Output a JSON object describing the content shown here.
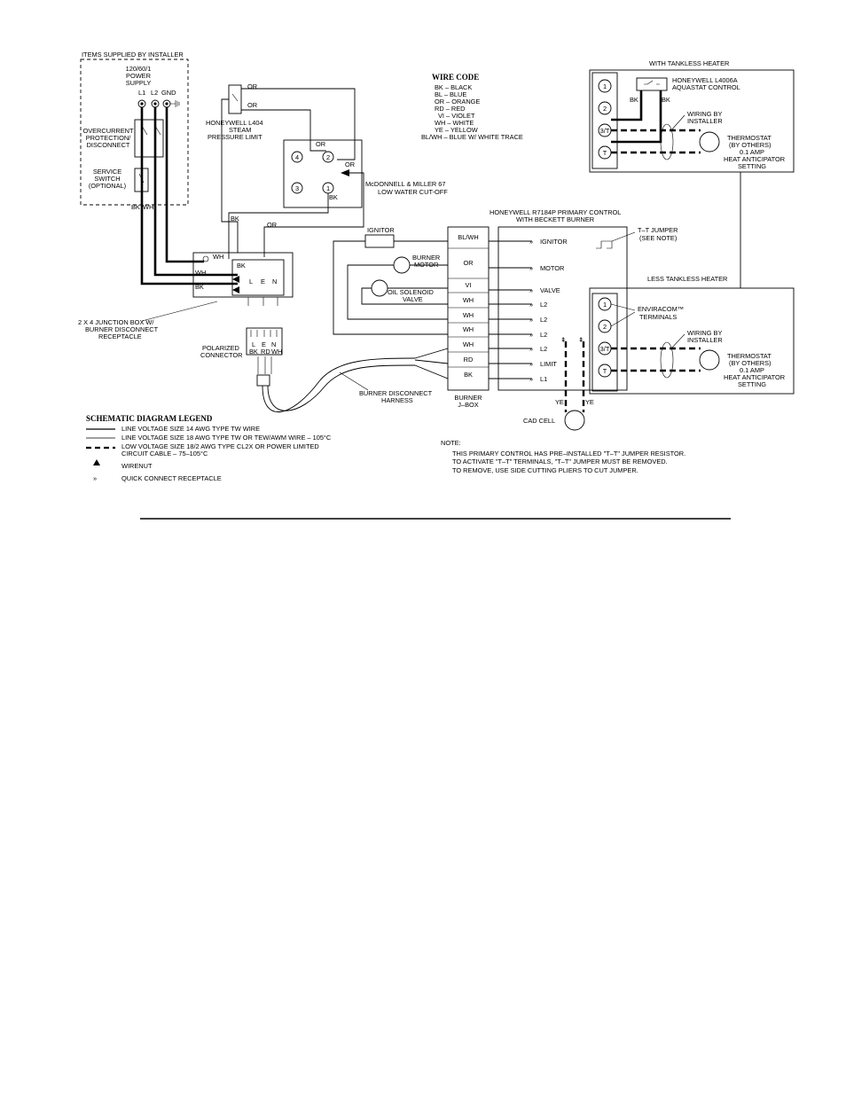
{
  "installer": {
    "title": "ITEMS SUPPLIED BY INSTALLER",
    "power_supply": [
      "120/60/1",
      "POWER",
      "SUPPLY"
    ],
    "terminals": [
      "L1",
      "L2",
      "GND"
    ],
    "overcurrent": [
      "OVERCURRENT",
      "PROTECTION/",
      "DISCONNECT"
    ],
    "service_switch": [
      "SERVICE",
      "SWITCH",
      "(OPTIONAL)"
    ],
    "wire_labels": [
      "BK",
      "WH"
    ]
  },
  "steam_limit": [
    "HONEYWELL L404",
    "STEAM",
    "PRESSURE LIMIT"
  ],
  "lwco": {
    "label": [
      "McDONNELL & MILLER 67",
      "LOW WATER CUT-OFF"
    ],
    "terminals": [
      "4",
      "2",
      "3",
      "1"
    ]
  },
  "wire_code": {
    "title": "WIRE CODE",
    "entries": [
      "BK – BLACK",
      "BL – BLUE",
      "OR – ORANGE",
      "RD – RED",
      "VI – VIOLET",
      "WH – WHITE",
      "YE – YELLOW",
      "BL/WH – BLUE W/ WHITE TRACE"
    ]
  },
  "tankless": {
    "title": "WITH TANKLESS HEATER",
    "aquastat": [
      "HONEYWELL L4006A",
      "AQUASTAT CONTROL"
    ],
    "terminals": [
      "1",
      "2",
      "3/T",
      "T"
    ],
    "wiring": [
      "WIRING BY",
      "INSTALLER"
    ],
    "thermostat": [
      "THERMOSTAT",
      "(BY OTHERS)",
      "0.1 AMP",
      "HEAT ANTICIPATOR",
      "SETTING"
    ]
  },
  "primary_control": {
    "title": [
      "HONEYWELL R7184P PRIMARY CONTROL",
      "WITH BECKETT BURNER"
    ],
    "terminals": [
      "IGNITOR",
      "MOTOR",
      "VALVE",
      "L2",
      "L2",
      "L2",
      "L2",
      "LIMIT",
      "L1"
    ],
    "tt_jumper": [
      "T–T JUMPER",
      "(SEE NOTE)"
    ]
  },
  "jbox": {
    "wires": [
      "BL/WH",
      "OR",
      "VI",
      "WH",
      "WH",
      "WH",
      "WH",
      "RD",
      "BK"
    ],
    "label": [
      "BURNER",
      "J–BOX"
    ]
  },
  "burner_parts": {
    "ignitor": "IGNITOR",
    "motor": [
      "BURNER",
      "MOTOR"
    ],
    "solenoid": [
      "OIL SOLENOID",
      "VALVE"
    ]
  },
  "less_tankless": {
    "title": "LESS TANKLESS HEATER",
    "terminals": [
      "1",
      "2",
      "3/T",
      "T"
    ],
    "enviracom": [
      "ENVIRACOM™",
      "TERMINALS"
    ],
    "wiring": [
      "WIRING BY",
      "INSTALLER"
    ],
    "thermostat": [
      "THERMOSTAT",
      "(BY OTHERS)",
      "0.1 AMP",
      "HEAT ANTICIPATOR",
      "SETTING"
    ]
  },
  "cad_cell": {
    "label": "CAD CELL",
    "wires": [
      "YE",
      "YE"
    ]
  },
  "junction_box": {
    "label": [
      "2 X 4 JUNCTION BOX W/",
      "BURNER DISCONNECT",
      "RECEPTACLE"
    ],
    "terminals": [
      "L",
      "E",
      "N"
    ],
    "wires": [
      "WH",
      "BK",
      "WH",
      "BK"
    ]
  },
  "connector": {
    "label": [
      "POLARIZED",
      "CONNECTOR"
    ],
    "terminals": [
      "L",
      "E",
      "N"
    ],
    "wires": [
      "BK",
      "RD",
      "WH"
    ]
  },
  "harness": [
    "BURNER DISCONNECT",
    "HARNESS"
  ],
  "field_wires": [
    "OR",
    "OR",
    "OR",
    "BK",
    "OR",
    "BK"
  ],
  "legend": {
    "title": "SCHEMATIC DIAGRAM LEGEND",
    "items": [
      "LINE VOLTAGE SIZE 14 AWG TYPE TW WIRE",
      "LINE VOLTAGE SIZE 18 AWG TYPE TW OR TEW/AWM WIRE – 105°C",
      "LOW VOLTAGE SIZE 18/2 AWG TYPE CL2X OR POWER LIMITED",
      "CIRCUIT CABLE – 75–105°C",
      "WIRENUT",
      "QUICK CONNECT RECEPTACLE"
    ]
  },
  "note": {
    "title": "NOTE:",
    "lines": [
      "THIS PRIMARY CONTROL HAS PRE–INSTALLED \"T–T\" JUMPER RESISTOR.",
      "TO ACTIVATE \"T–T\" TERMINALS, \"T–T\" JUMPER MUST BE REMOVED.",
      "TO REMOVE, USE SIDE CUTTING PLIERS TO CUT JUMPER."
    ]
  }
}
